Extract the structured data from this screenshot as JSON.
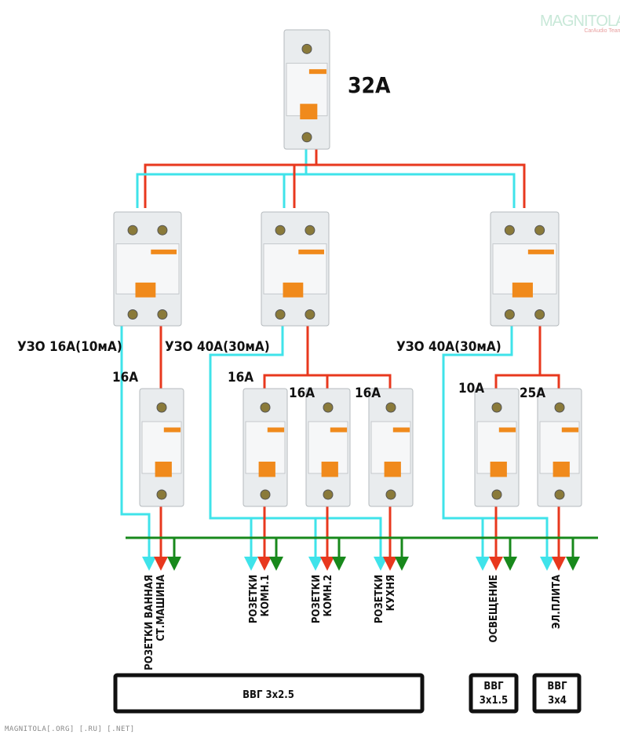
{
  "logo": {
    "text": "MAGNITOLA",
    "subtext": "CarAudio Team"
  },
  "colors": {
    "neutral": "#3fe3ea",
    "phase": "#e8381e",
    "ground": "#18891c",
    "toggle": "#f08a1c",
    "breaker_body": "#e9ecee"
  },
  "main_breaker": {
    "rating": "32A"
  },
  "rcds": [
    {
      "label": "УЗО 16А(10мА)"
    },
    {
      "label": "УЗО 40А(30мА)"
    },
    {
      "label": "УЗО 40А(30мА)"
    }
  ],
  "breakers": [
    {
      "rating": "16A"
    },
    {
      "rating": "16A"
    },
    {
      "rating": "16A"
    },
    {
      "rating": "16A"
    },
    {
      "rating": "10A"
    },
    {
      "rating": "25A"
    }
  ],
  "circuits": [
    {
      "line1": "РОЗЕТКИ ВАННАЯ",
      "line2": "СТ.МАШИНА"
    },
    {
      "line1": "РОЗЕТКИ",
      "line2": "КОМН.1"
    },
    {
      "line1": "РОЗЕТКИ",
      "line2": "КОМН.2"
    },
    {
      "line1": "РОЗЕТКИ",
      "line2": "КУХНЯ"
    },
    {
      "line1": "ОСВЕЩЕНИЕ",
      "line2": ""
    },
    {
      "line1": "ЭЛ.ПЛИТА",
      "line2": ""
    }
  ],
  "cables": [
    {
      "line1": "ВВГ 3х2.5",
      "line2": ""
    },
    {
      "line1": "ВВГ",
      "line2": "3х1.5"
    },
    {
      "line1": "ВВГ",
      "line2": "3х4"
    }
  ],
  "footer": "MAGNITOLA[.ORG] [.RU] [.NET]"
}
